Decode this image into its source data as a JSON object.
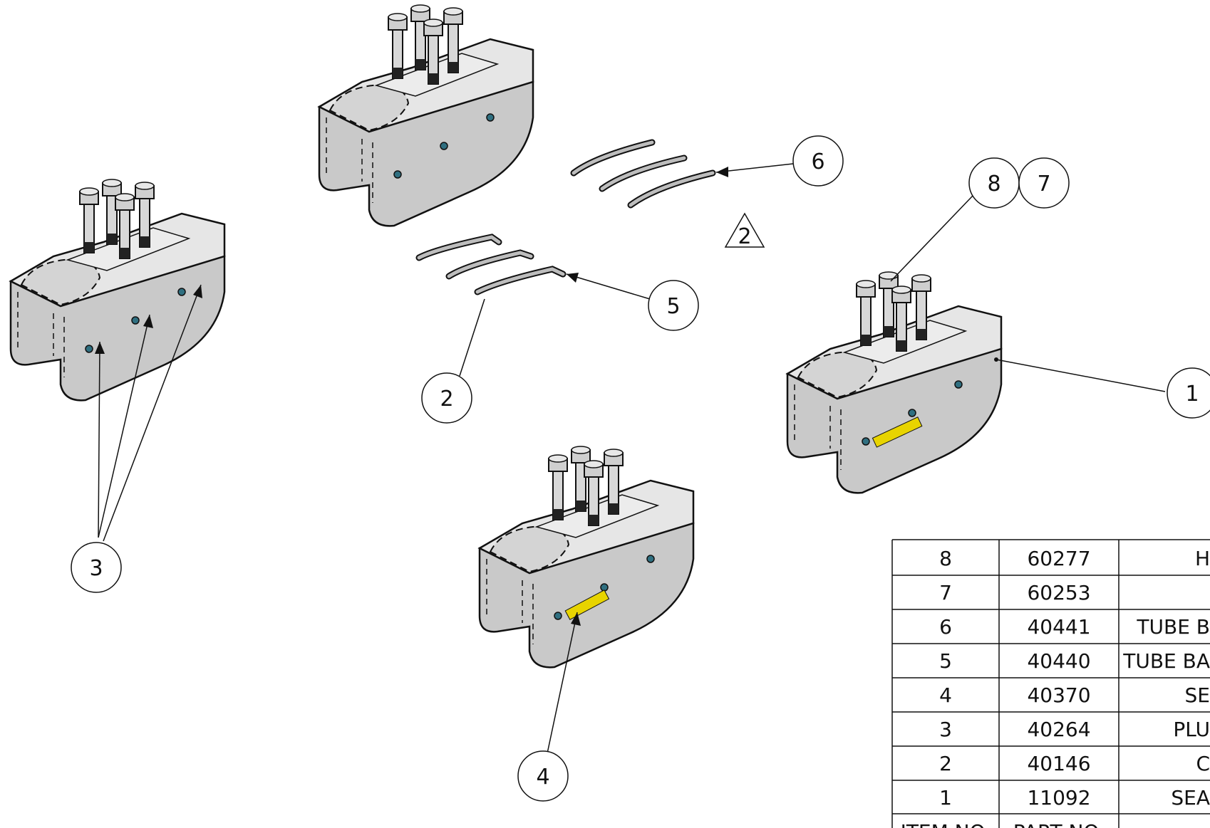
{
  "balloons": {
    "b1": "1",
    "b2": "2",
    "b3": "3",
    "b4": "4",
    "b5": "5",
    "b6": "6",
    "b7": "7",
    "b8": "8"
  },
  "revision_flag": "2",
  "bom": {
    "rows": [
      {
        "item": "8",
        "part": "60277",
        "desc": "H"
      },
      {
        "item": "7",
        "part": "60253",
        "desc": ""
      },
      {
        "item": "6",
        "part": "40441",
        "desc": "TUBE B"
      },
      {
        "item": "5",
        "part": "40440",
        "desc": "TUBE BA"
      },
      {
        "item": "4",
        "part": "40370",
        "desc": "SE"
      },
      {
        "item": "3",
        "part": "40264",
        "desc": "PLU"
      },
      {
        "item": "2",
        "part": "40146",
        "desc": "C"
      },
      {
        "item": "1",
        "part": "11092",
        "desc": "SEA"
      }
    ],
    "header_item": "ITEM NO.",
    "header_part": "PART NO."
  },
  "colors": {
    "line": "#111111",
    "body_fill": "#c9c9c9",
    "top_fill": "#e6e6e6",
    "plug": "#2f6f80",
    "label": "#e8d400"
  }
}
